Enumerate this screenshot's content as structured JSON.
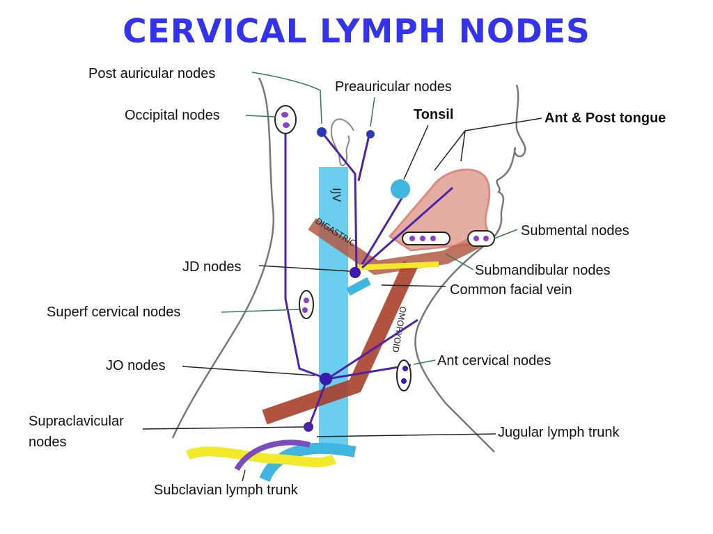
{
  "title": "CERVICAL LYMPH NODES",
  "labels": {
    "post_auricular": "Post auricular nodes",
    "preauricular": "Preauricular nodes",
    "occipital": "Occipital nodes",
    "tonsil": "Tonsil",
    "ant_post_tongue": "Ant & Post tongue",
    "submental": "Submental nodes",
    "submandibular": "Submandibular nodes",
    "common_facial_vein": "Common facial vein",
    "jd_nodes": "JD nodes",
    "superf_cervical": "Superf cervical nodes",
    "jo_nodes": "JO nodes",
    "ant_cervical": "Ant cervical nodes",
    "supraclavicular_line1": "Supraclavicular",
    "supraclavicular_line2": "nodes",
    "jugular_lymph_trunk": "Jugular lymph trunk",
    "subclavian_lymph_trunk": "Subclavian lymph trunk"
  },
  "drawing_text": {
    "ijv": "IJV",
    "digastric": "DIGASTRIC",
    "omohyoid": "OMOHYOID"
  },
  "colors": {
    "title": "#3333ee",
    "lymph": "#4b22a8",
    "ijv": "#3fc0e8",
    "muscle": "#a8402a",
    "leader_green": "#2e7d4f",
    "leader_black": "#222222",
    "nerve_yellow": "#f2e92a"
  }
}
